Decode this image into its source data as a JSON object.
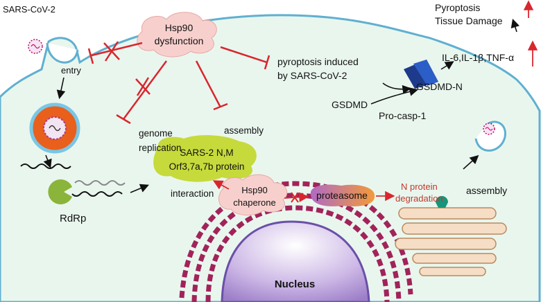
{
  "labels": {
    "virus_name": "SARS-CoV-2",
    "entry": "entry",
    "hsp90_line1": "Hsp90",
    "hsp90_line2": "dysfunction",
    "genome_line1": "genome",
    "genome_line2": "replication",
    "assembly_top": "assembly",
    "protein_line1": "SARS-2 N,M",
    "protein_line2": "Orf3,7a,7b protein",
    "interaction": "interaction",
    "chaperone_line1": "Hsp90",
    "chaperone_line2": "chaperone",
    "proteasome": "proteasome",
    "degradation_line1": "N protein",
    "degradation_line2": "degradation",
    "assembly_right": "assembly",
    "pyroptosis_induced_line1": "pyroptosis induced",
    "pyroptosis_induced_line2": "by SARS-CoV-2",
    "gsdmd": "GSDMD",
    "gsdmd_n": "GSDMD-N",
    "pro_casp": "Pro-casp-1",
    "cytokines": "IL-6,IL-1β,TNF-α",
    "pyroptosis": "Pyroptosis",
    "tissue_damage": "Tissue Damage",
    "rdrp": "RdRp",
    "nucleus": "Nucleus"
  },
  "colors": {
    "cell_fill": "#e9f6ee",
    "cell_border": "#5fb0d0",
    "inhibit_red": "#d9262e",
    "cloud_pink": "#f7d0cd",
    "protein_green": "#c6da3b",
    "golgi_fill": "#f6ddc5",
    "er_magenta": "#a1235a",
    "nucleus_purple": "#b8a0d8",
    "virus_orange": "#e8601c",
    "rdrp_green": "#8bb43a",
    "gsdmd_blue": "#1e3a8a",
    "proteasome_purple": "#9a6ab8",
    "proteasome_orange": "#f08a3c"
  }
}
